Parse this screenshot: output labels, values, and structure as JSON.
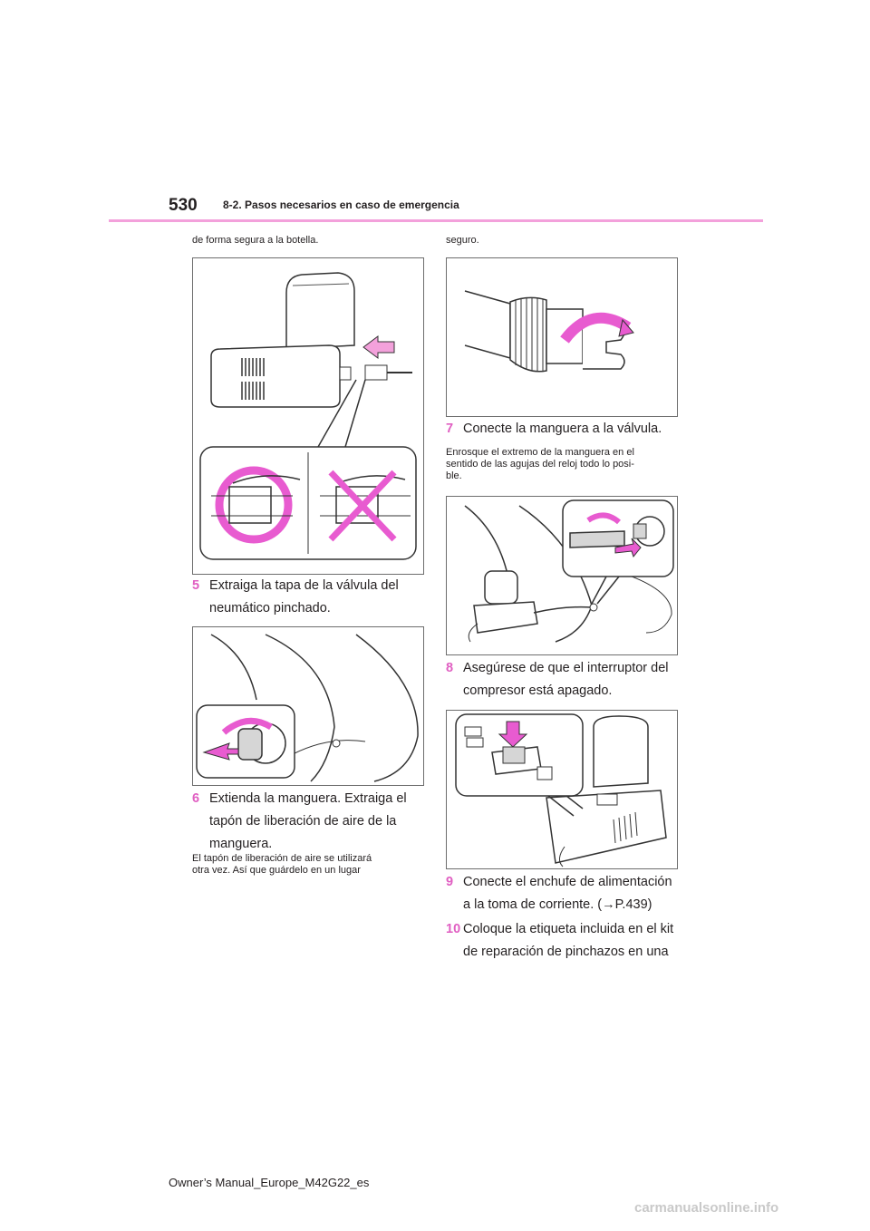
{
  "header": {
    "page_number": "530",
    "section": "8-2. Pasos necesarios en caso de emergencia",
    "accent_color": "#f3a1db",
    "step_number_color": "#e05fc2"
  },
  "left_column": {
    "intro_text": "de forma segura a la botella.",
    "step5": {
      "number": "5",
      "lines": [
        "Extraiga la tapa de la válvula del",
        "neumático pinchado."
      ]
    },
    "step6": {
      "number": "6",
      "lines": [
        "Extienda la manguera. Extraiga el",
        "tapón de liberación de aire de la",
        "manguera."
      ],
      "note_lines": [
        "El tapón de liberación de aire se utilizará",
        "otra vez. Así que guárdelo en un lugar"
      ]
    }
  },
  "right_column": {
    "intro_text": "seguro.",
    "step7": {
      "number": "7",
      "lines": [
        "Conecte la manguera a la válvula."
      ],
      "note_lines": [
        "Enrosque el extremo de la manguera en el",
        "sentido de las agujas del reloj todo lo posi-",
        "ble."
      ]
    },
    "step8": {
      "number": "8",
      "lines": [
        "Asegúrese de que el interruptor del",
        "compresor está apagado."
      ]
    },
    "step9": {
      "number": "9",
      "lines": [
        "Conecte el enchufe de alimentación",
        "a la toma de corriente. (→P.439)"
      ]
    },
    "step10": {
      "number": "10",
      "lines": [
        "Coloque la etiqueta incluida en el kit",
        "de reparación de pinchazos en una"
      ]
    }
  },
  "footer": {
    "text": "Owner’s Manual_Europe_M42G22_es"
  },
  "watermark": {
    "text": "carmanualsonline.info"
  }
}
